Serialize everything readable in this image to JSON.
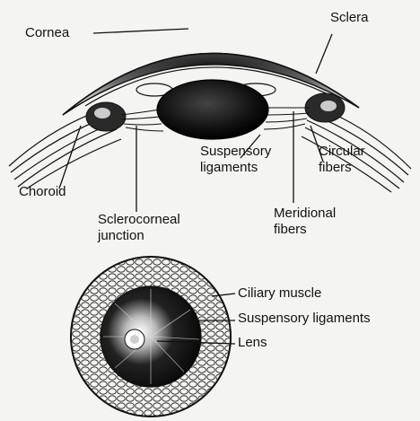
{
  "colors": {
    "ink": "#111111",
    "paper": "#f4f4f2",
    "shade": "#2a2a2a"
  },
  "labels": {
    "cornea": "Cornea",
    "sclera": "Sclera",
    "choroid": "Choroid",
    "suspensory_ligaments": "Suspensory\nligaments",
    "circular_fibers": "Circular\nfibers",
    "sclerocorneal_junction": "Sclerocorneal\njunction",
    "meridional_fibers": "Meridional\nfibers",
    "ciliary_muscle": "Ciliary muscle",
    "suspensory_ligaments_front": "Suspensory ligaments",
    "lens": "Lens"
  }
}
